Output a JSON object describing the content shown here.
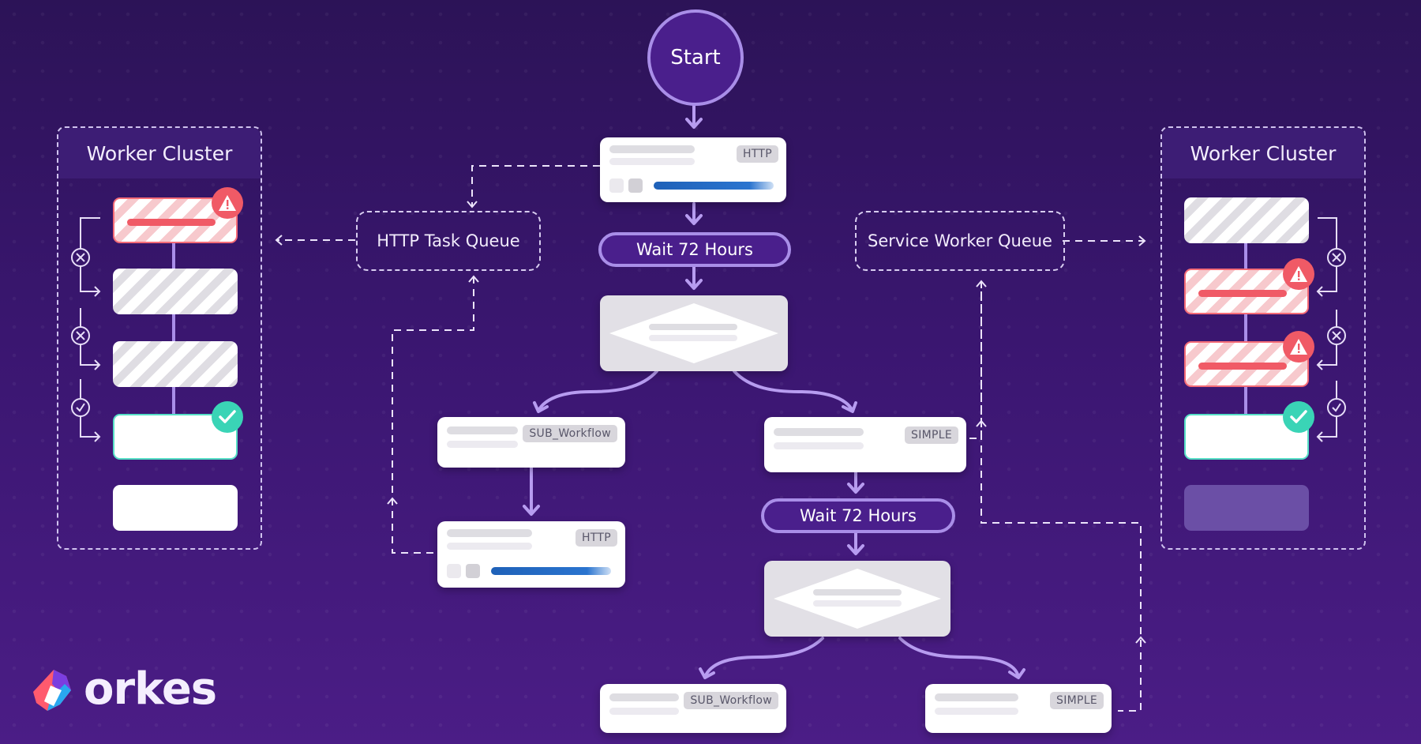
{
  "diagram": {
    "start_label": "Start",
    "wait_label_1": "Wait 72 Hours",
    "wait_label_2": "Wait 72 Hours",
    "http_queue_label": "HTTP Task Queue",
    "service_queue_label": "Service Worker Queue",
    "left_cluster_title": "Worker Cluster",
    "right_cluster_title": "Worker Cluster",
    "tag_http_1": "HTTP",
    "tag_sub_workflow_1": "SUB_Workflow",
    "tag_simple_1": "SIMPLE",
    "tag_http_2": "HTTP",
    "tag_sub_workflow_2": "SUB_Workflow",
    "tag_simple_2": "SIMPLE"
  },
  "brand": {
    "name": "orkes",
    "accent_purple": "#a98ee8",
    "background": "#3a1670",
    "error_red": "#f05a66",
    "success_teal": "#3ad4b6",
    "progress_blue": "#1f61b8"
  },
  "icons": {
    "error": "warning-triangle-icon",
    "success": "checkmark-icon",
    "failed_retry": "circle-x-icon",
    "passed": "circle-check-icon"
  }
}
